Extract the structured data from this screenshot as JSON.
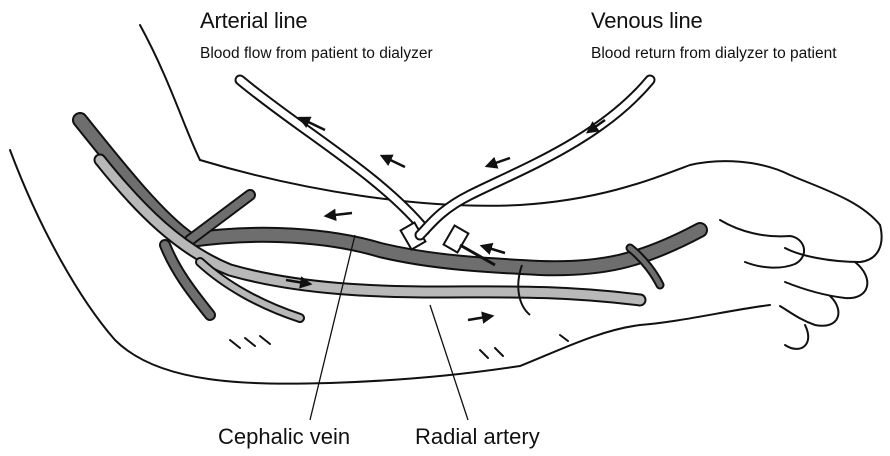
{
  "labels": {
    "arterial_line": {
      "title": "Arterial line",
      "subtitle": "Blood flow from patient to dialyzer"
    },
    "venous_line": {
      "title": "Venous line",
      "subtitle": "Blood return from dialyzer to patient"
    },
    "cephalic_vein": "Cephalic vein",
    "radial_artery": "Radial artery"
  },
  "colors": {
    "ink": "#111111",
    "vein": "#6e6e6e",
    "artery": "#b8b8b8",
    "tube_fill": "#ffffff"
  }
}
